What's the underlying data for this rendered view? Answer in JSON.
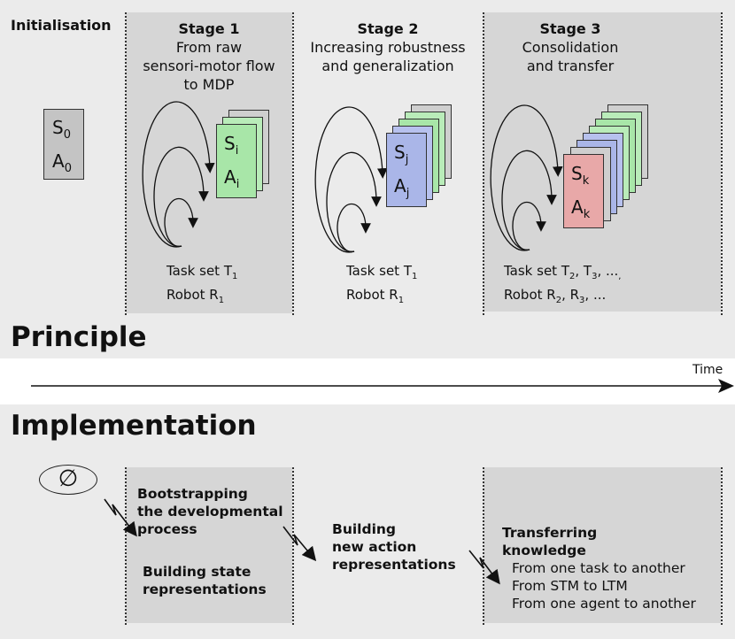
{
  "principle": {
    "init_label": "Initialisation",
    "init_state": {
      "s": "S",
      "s_sub": "0",
      "a": "A",
      "a_sub": "0"
    },
    "stage1": {
      "title": "Stage 1",
      "desc": [
        "From raw",
        "sensori-motor flow",
        "to MDP"
      ],
      "card": {
        "s": "S",
        "s_sub": "i",
        "a": "A",
        "a_sub": "i"
      },
      "task": [
        "Task set T",
        "1"
      ],
      "robot": [
        "Robot R",
        "1"
      ]
    },
    "stage2": {
      "title": "Stage 2",
      "desc": [
        "Increasing robustness",
        "and generalization"
      ],
      "card": {
        "s": "S",
        "s_sub": "j",
        "a": "A",
        "a_sub": "j"
      },
      "task": [
        "Task set T",
        "1"
      ],
      "robot": [
        "Robot R",
        "1"
      ]
    },
    "stage3": {
      "title": "Stage 3",
      "desc": [
        "Consolidation",
        "and transfer"
      ],
      "card": {
        "s": "S",
        "s_sub": "k",
        "a": "A",
        "a_sub": "k"
      },
      "task": [
        "Task set T",
        "2",
        ", T",
        "3",
        ", ...",
        ","
      ],
      "robot": [
        "Robot R",
        "2",
        ", R",
        "3",
        ", ..."
      ]
    },
    "section_title": "Principle"
  },
  "timeline": {
    "label": "Time"
  },
  "implementation": {
    "section_title": "Implementation",
    "empty_set_symbol": "∅",
    "block1": {
      "title": [
        "Bootstrapping",
        "the developmental",
        "process"
      ],
      "subtitle": [
        "Building state",
        "representations"
      ]
    },
    "block2": {
      "title": [
        "Building",
        "new action",
        "representations"
      ]
    },
    "block3": {
      "title": [
        "Transferring",
        "knowledge"
      ],
      "items": [
        "From one task to another",
        "From STM to LTM",
        "From one agent to another"
      ]
    }
  },
  "colors": {
    "panel": "#ebebeb",
    "stage_box": "#d6d6d6",
    "init_box": "#c4c4c4",
    "card_green": "#a8e6a8",
    "card_blue": "#aab6e8",
    "card_red": "#e8a8a8",
    "card_gray": "#cfcfcf",
    "card_light_green": "#b9ecb9",
    "card_light_blue": "#b7c1ee"
  }
}
